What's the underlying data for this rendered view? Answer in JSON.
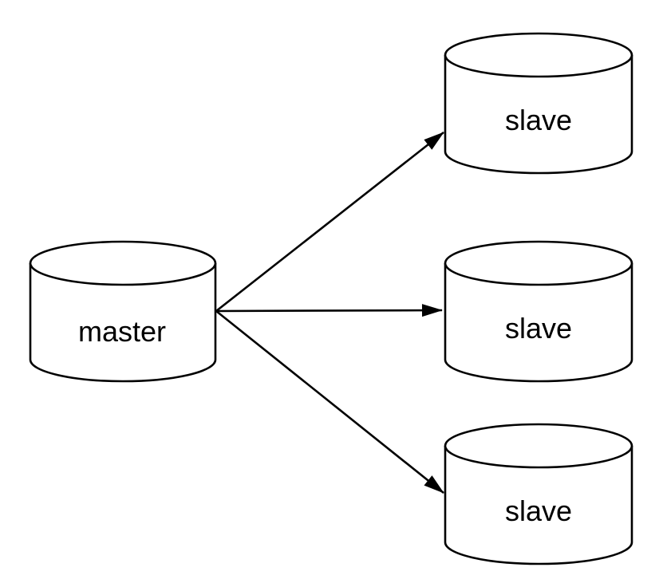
{
  "diagram": {
    "kind": "database-replication-topology",
    "colors": {
      "background": "#ffffff",
      "stroke": "#000000",
      "fill": "#ffffff",
      "text": "#000000"
    },
    "nodes": [
      {
        "id": "master",
        "label": "master",
        "shape": "database-cylinder",
        "position": "left-middle"
      },
      {
        "id": "slave-1",
        "label": "slave",
        "shape": "database-cylinder",
        "position": "right-top"
      },
      {
        "id": "slave-2",
        "label": "slave",
        "shape": "database-cylinder",
        "position": "right-middle"
      },
      {
        "id": "slave-3",
        "label": "slave",
        "shape": "database-cylinder",
        "position": "right-bottom"
      }
    ],
    "edges": [
      {
        "from": "master",
        "to": "slave-1",
        "arrow": "filled-triangle"
      },
      {
        "from": "master",
        "to": "slave-2",
        "arrow": "filled-triangle"
      },
      {
        "from": "master",
        "to": "slave-3",
        "arrow": "filled-triangle"
      }
    ]
  }
}
